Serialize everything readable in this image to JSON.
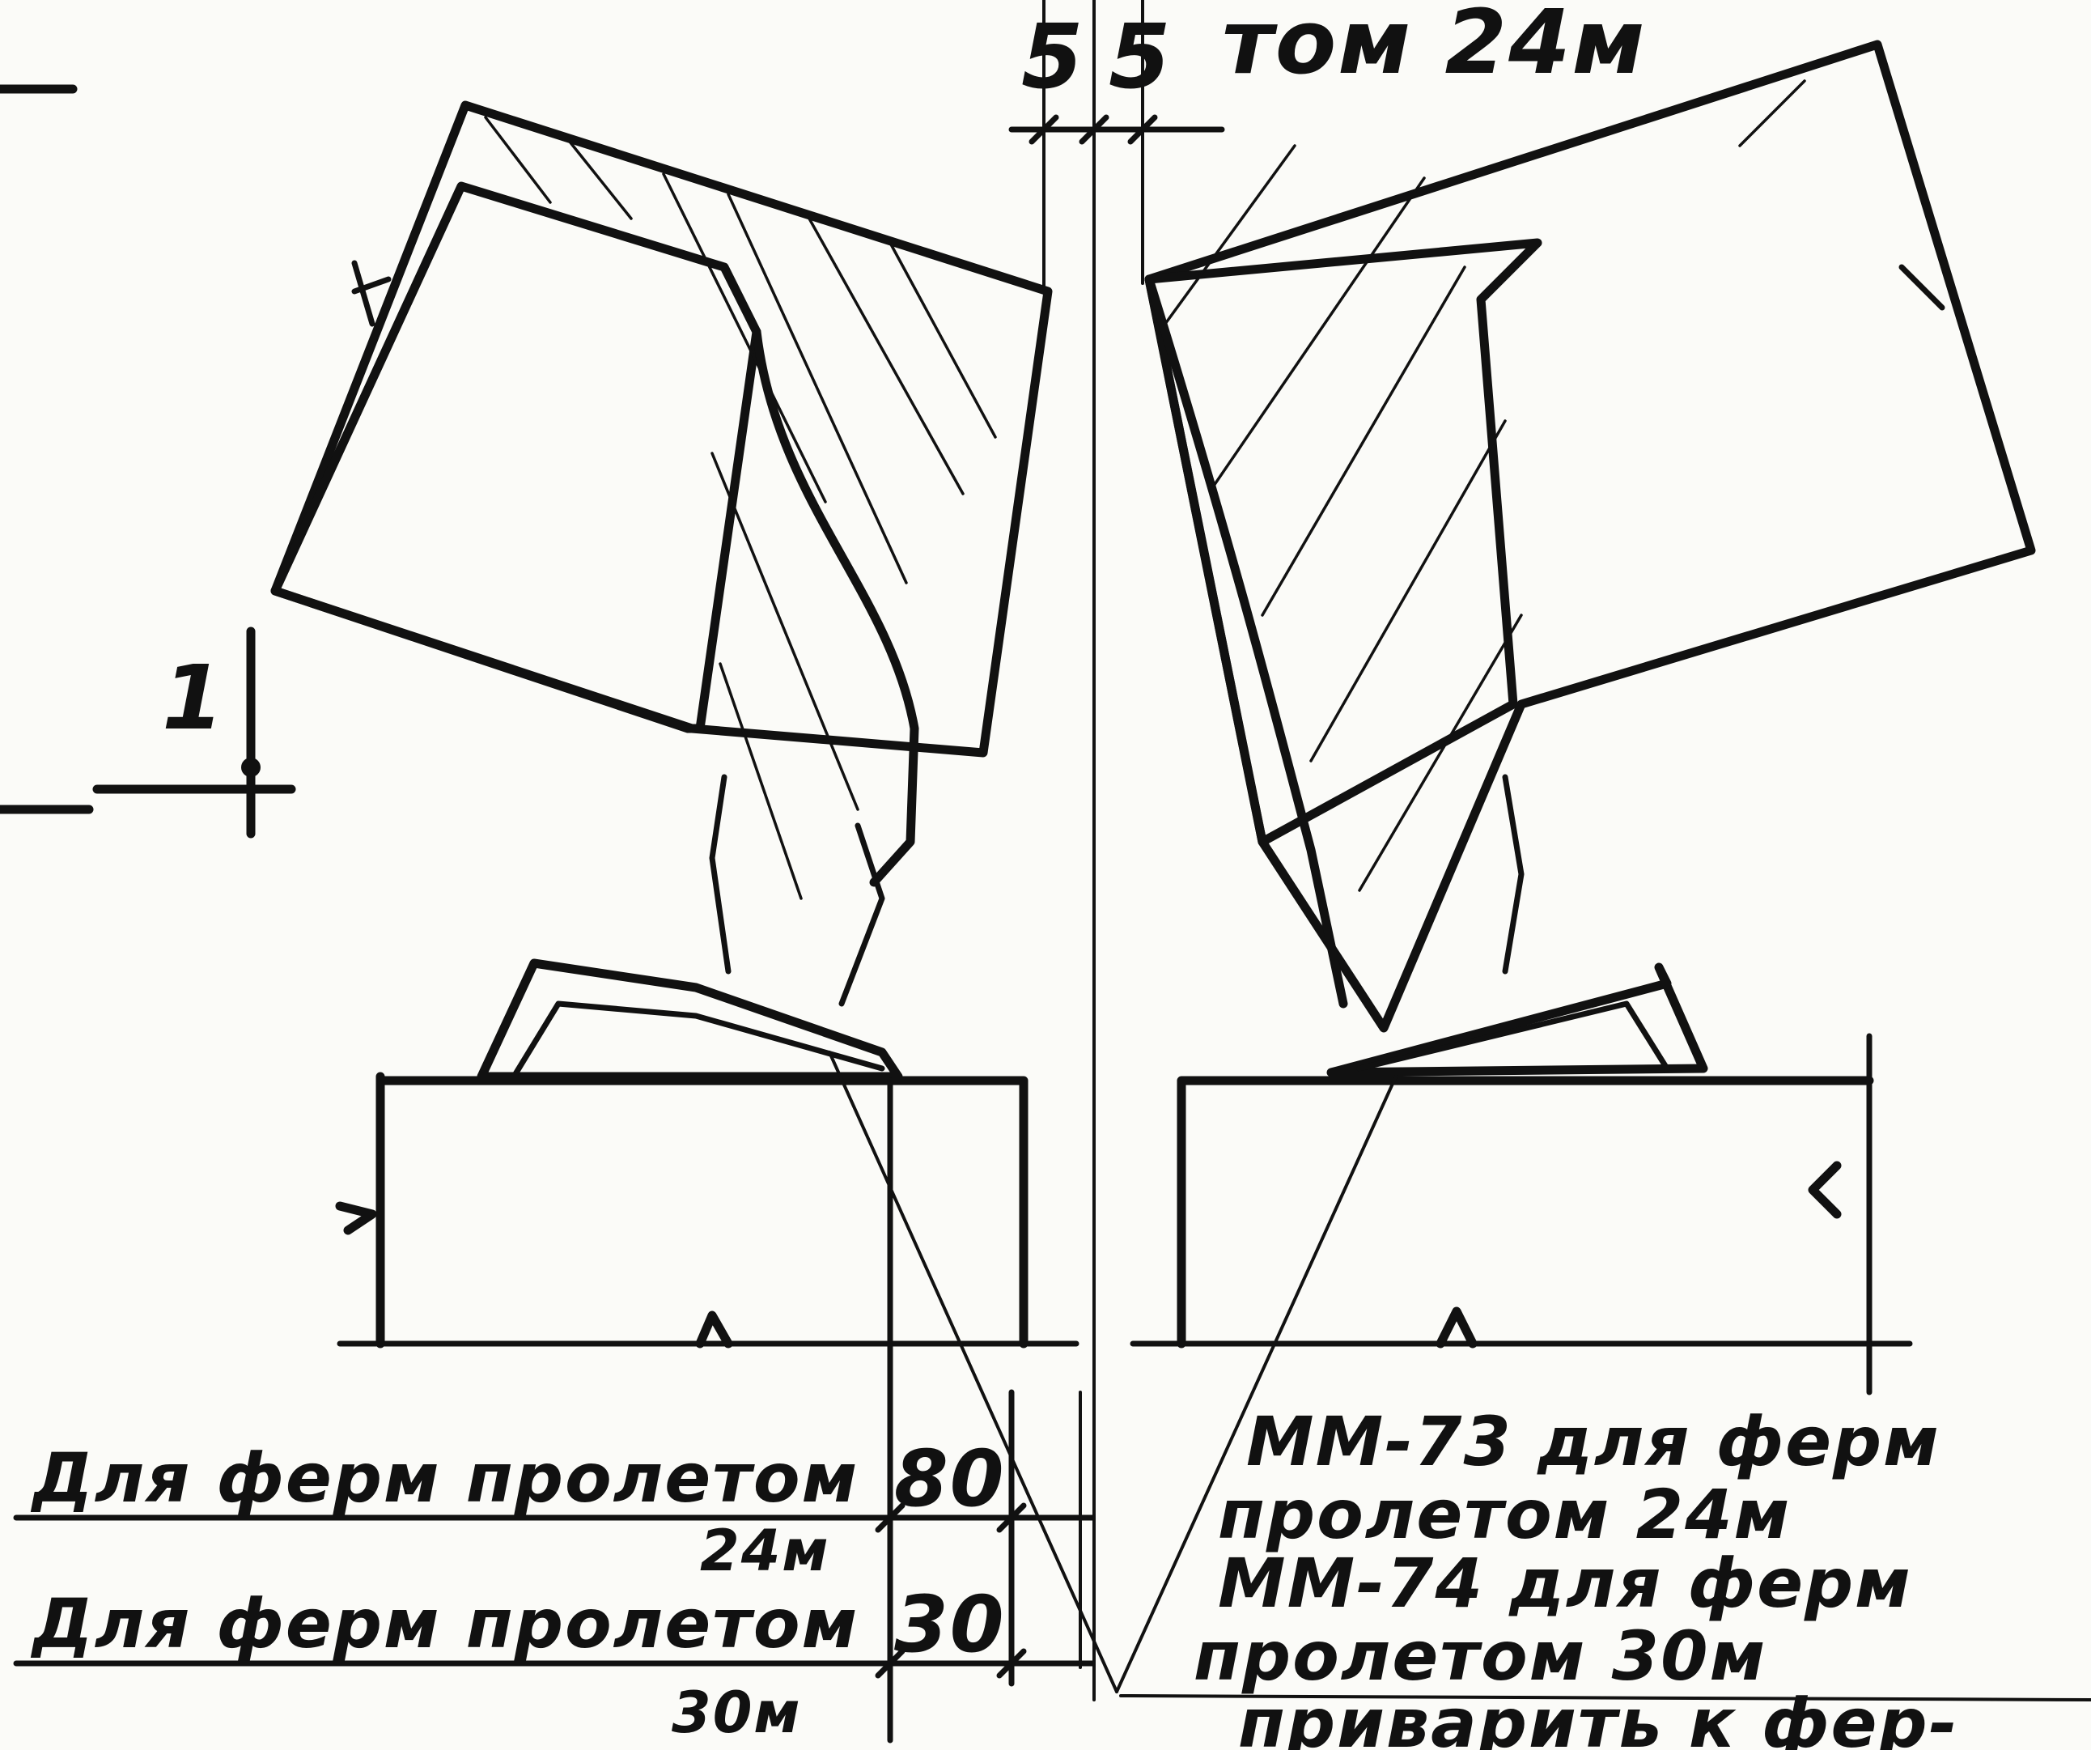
{
  "top": {
    "dim_left": "5",
    "dim_right": "5",
    "caption": "том 24м"
  },
  "section_mark": "1",
  "left_notes": {
    "row1_text": "Для ферм пролетом",
    "row1_value": "80",
    "row1_sub": "24м",
    "row2_text": "Для ферм пролетом",
    "row2_value": "30",
    "row2_sub": "30м"
  },
  "right_notes": {
    "line1": "ММ-73 для ферм",
    "line2": "пролетом 24м",
    "line3": "ММ-74 для ферм",
    "line4": "пролетом 30м",
    "line5": "приварить к фер-"
  }
}
